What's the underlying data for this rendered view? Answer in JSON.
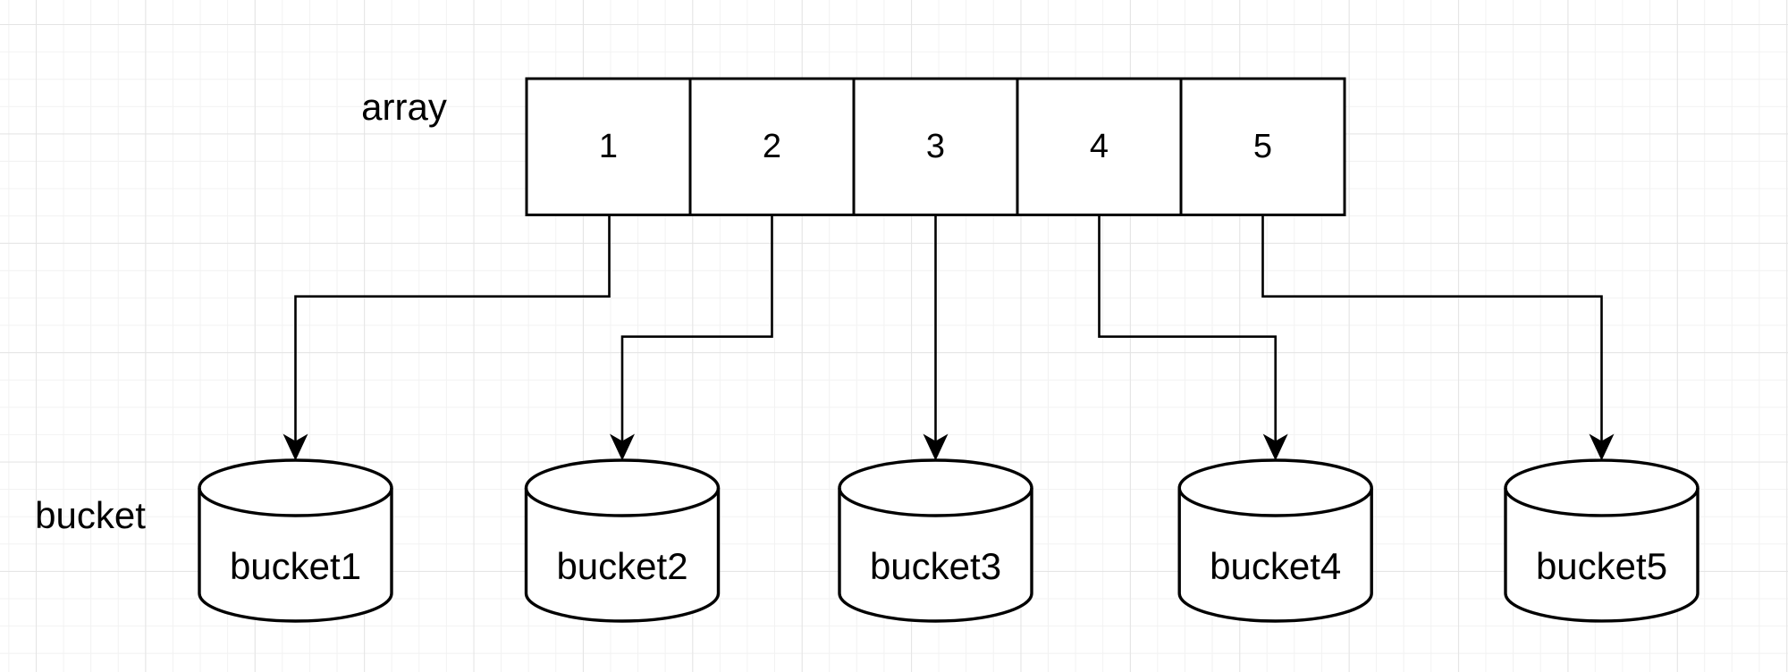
{
  "canvas": {
    "background_color": "#ffffff",
    "grid_minor_color": "#f2f2f2",
    "grid_major_color": "#e4e4e4",
    "stroke_color": "#000000",
    "text_color": "#000000"
  },
  "array": {
    "label": "array",
    "cells": [
      {
        "value": "1"
      },
      {
        "value": "2"
      },
      {
        "value": "3"
      },
      {
        "value": "4"
      },
      {
        "value": "5"
      }
    ]
  },
  "buckets": {
    "label": "bucket",
    "items": [
      {
        "name": "bucket1"
      },
      {
        "name": "bucket2"
      },
      {
        "name": "bucket3"
      },
      {
        "name": "bucket4"
      },
      {
        "name": "bucket5"
      }
    ]
  }
}
